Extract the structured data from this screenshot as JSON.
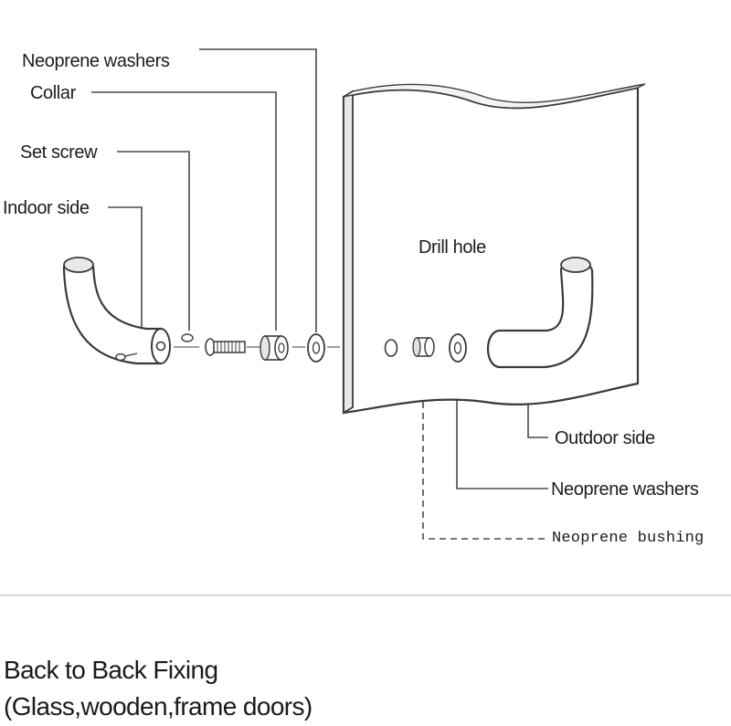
{
  "labels": {
    "neoprene_washers_left": "Neoprene washers",
    "collar": "Collar",
    "set_screw": "Set screw",
    "indoor_side": "Indoor side",
    "drill_hole": "Drill hole",
    "outdoor_side": "Outdoor side",
    "neoprene_washers_right": "Neoprene washers",
    "neoprene_bushing": "Neoprene bushing"
  },
  "caption": {
    "line1": "Back to Back Fixing",
    "line2": "(Glass,wooden,frame doors)"
  },
  "colors": {
    "stroke": "#3a3a3a",
    "leader": "#4a4a4a",
    "text": "#1c1c1c",
    "shade": "#cfcfcf"
  }
}
